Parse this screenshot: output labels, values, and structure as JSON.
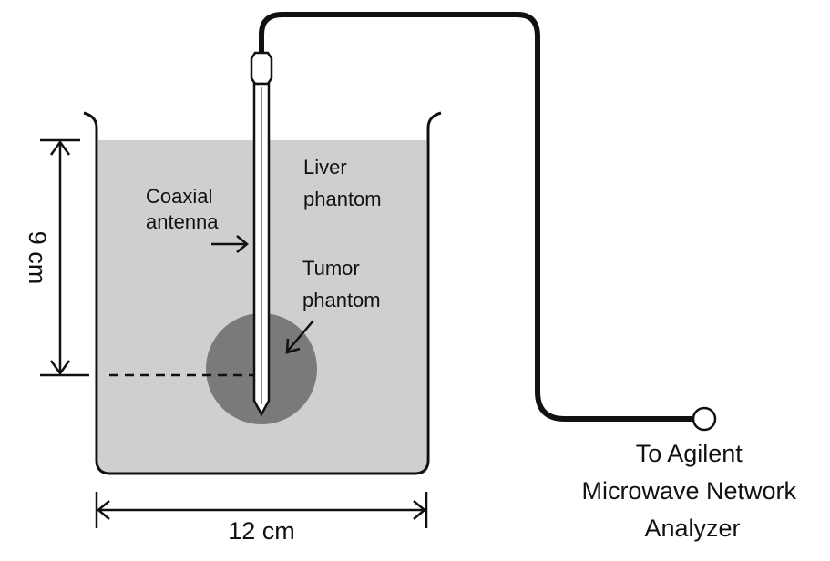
{
  "labels": {
    "coaxial_antenna": [
      "Coaxial",
      "antenna"
    ],
    "liver_phantom": [
      "Liver",
      "phantom"
    ],
    "tumor_phantom": [
      "Tumor",
      "phantom"
    ],
    "depth_dimension": "9 cm",
    "width_dimension": "12 cm",
    "analyzer": [
      "To Agilent",
      "Microwave Network",
      "Analyzer"
    ]
  },
  "colors": {
    "liquid": "#cfcfcf",
    "tumor": "#7a7a7a",
    "outline": "#111111",
    "antenna_fill": "#ffffff"
  }
}
